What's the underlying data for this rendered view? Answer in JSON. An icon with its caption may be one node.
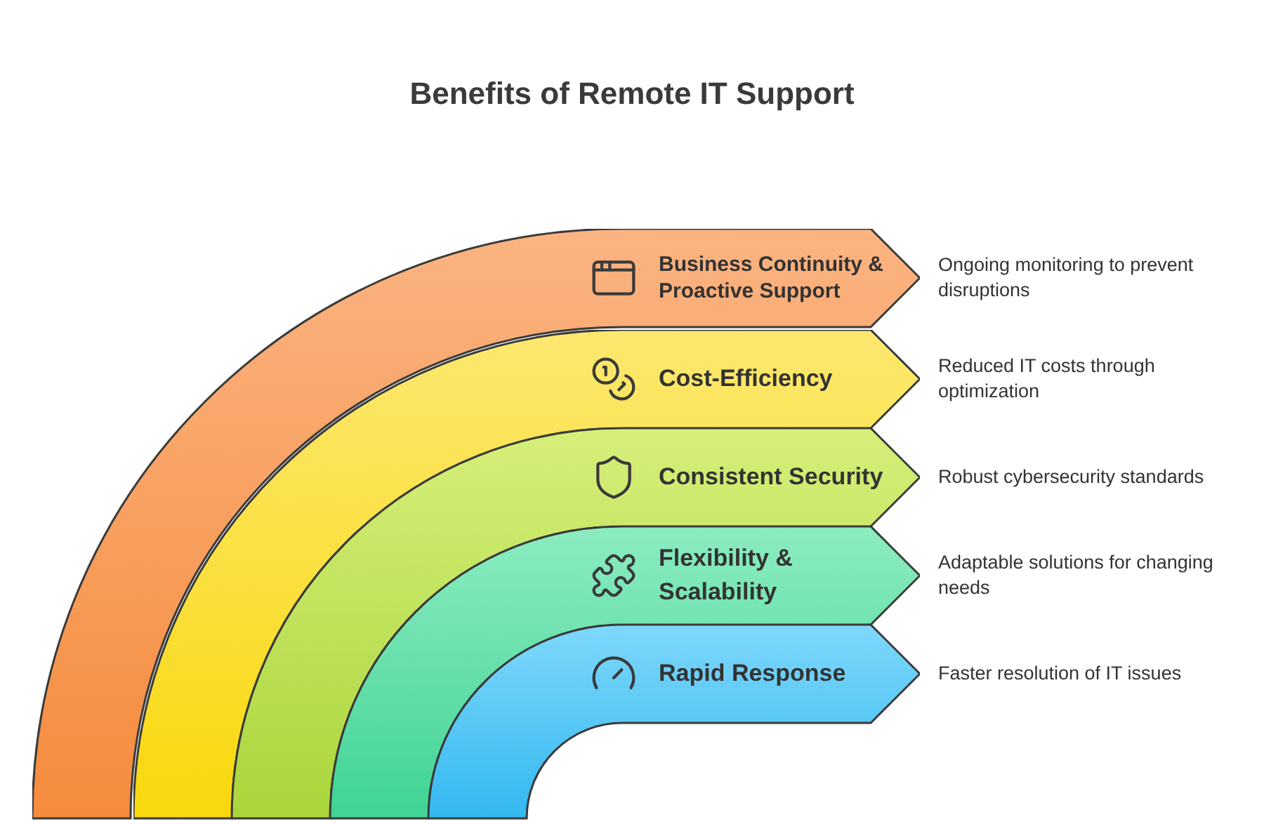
{
  "diagram": {
    "title": "Benefits of Remote IT Support",
    "nodes": [
      {
        "text": [
          "Business Continuity & Proactive Support"
        ],
        "beside": [
          "Ongoing monitoring to prevent disruptions"
        ]
      },
      {
        "text": [
          "Cost-Efficiency"
        ],
        "beside": [
          "Reduced IT costs through optimization"
        ]
      },
      {
        "text": [
          "Consistent Security"
        ],
        "beside": [
          "Robust cybersecurity standards"
        ]
      },
      {
        "text": [
          "Flexibility & Scalability"
        ],
        "beside": [
          "Adaptable solutions for changing needs"
        ]
      },
      {
        "text": [
          "Rapid Response"
        ],
        "beside": [
          "Faster resolution of IT issues"
        ]
      }
    ]
  }
}
